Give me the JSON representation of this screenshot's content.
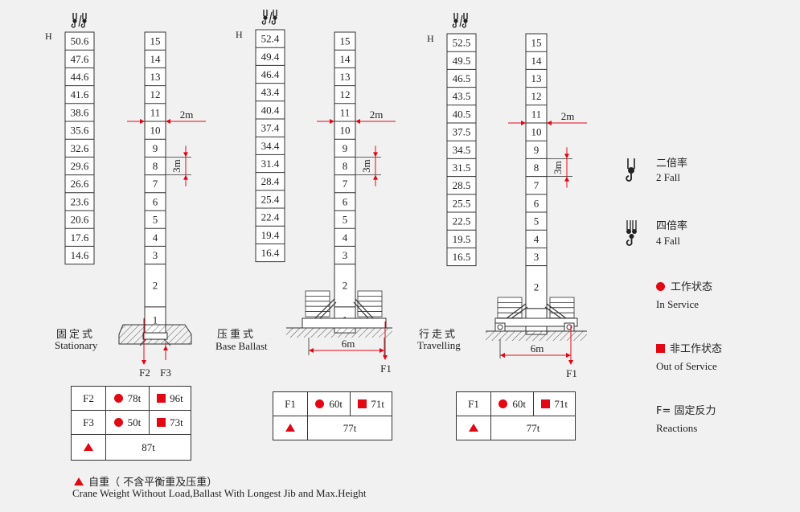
{
  "h_label": "H",
  "columns": [
    {
      "heights": [
        "50.6",
        "47.6",
        "44.6",
        "41.6",
        "38.6",
        "35.6",
        "32.6",
        "29.6",
        "26.6",
        "23.6",
        "20.6",
        "17.6",
        "14.6"
      ],
      "title_cn": "固定式",
      "title_en": "Stationary",
      "dim_2m": "2m",
      "dim_3m": "3m",
      "force_labels": [
        "F2",
        "F3"
      ],
      "table": {
        "r1_label": "F2",
        "r1_service": "78t",
        "r1_out": "96t",
        "r2_label": "F3",
        "r2_service": "50t",
        "r2_out": "73t",
        "weight": "87t"
      }
    },
    {
      "heights": [
        "52.4",
        "49.4",
        "46.4",
        "43.4",
        "40.4",
        "37.4",
        "34.4",
        "31.4",
        "28.4",
        "25.4",
        "22.4",
        "19.4",
        "16.4"
      ],
      "title_cn": "压重式",
      "title_en": "Base Ballast",
      "dim_2m": "2m",
      "dim_3m": "3m",
      "dim_6m": "6m",
      "force_labels": [
        "F1"
      ],
      "table": {
        "r1_label": "F1",
        "r1_service": "60t",
        "r1_out": "71t",
        "weight": "77t"
      }
    },
    {
      "heights": [
        "52.5",
        "49.5",
        "46.5",
        "43.5",
        "40.5",
        "37.5",
        "34.5",
        "31.5",
        "28.5",
        "25.5",
        "22.5",
        "19.5",
        "16.5"
      ],
      "title_cn": "行走式",
      "title_en": "Travelling",
      "dim_2m": "2m",
      "dim_3m": "3m",
      "dim_6m": "6m",
      "force_labels": [
        "F1"
      ],
      "table": {
        "r1_label": "F1",
        "r1_service": "60t",
        "r1_out": "71t",
        "weight": "77t"
      }
    }
  ],
  "sections": [
    "15",
    "14",
    "13",
    "12",
    "11",
    "10",
    "9",
    "8",
    "7",
    "6",
    "5",
    "4",
    "3",
    "2",
    "1"
  ],
  "legend": {
    "fall2_cn": "二倍率",
    "fall2_en": "2 Fall",
    "fall4_cn": "四倍率",
    "fall4_en": "4 Fall",
    "service_cn": "工作状态",
    "service_en": "In Service",
    "out_cn": "非工作状态",
    "out_en": "Out of Service",
    "reaction_cn": "F= 固定反力",
    "reaction_en": "Reactions"
  },
  "note": {
    "cn": "自重（ 不含平衡重及压重）",
    "en": "Crane Weight Without Load,Ballast With Longest Jib and Max.Height"
  },
  "colors": {
    "accent": "#e30613",
    "line": "#333333",
    "background": "#f1f1f1"
  }
}
